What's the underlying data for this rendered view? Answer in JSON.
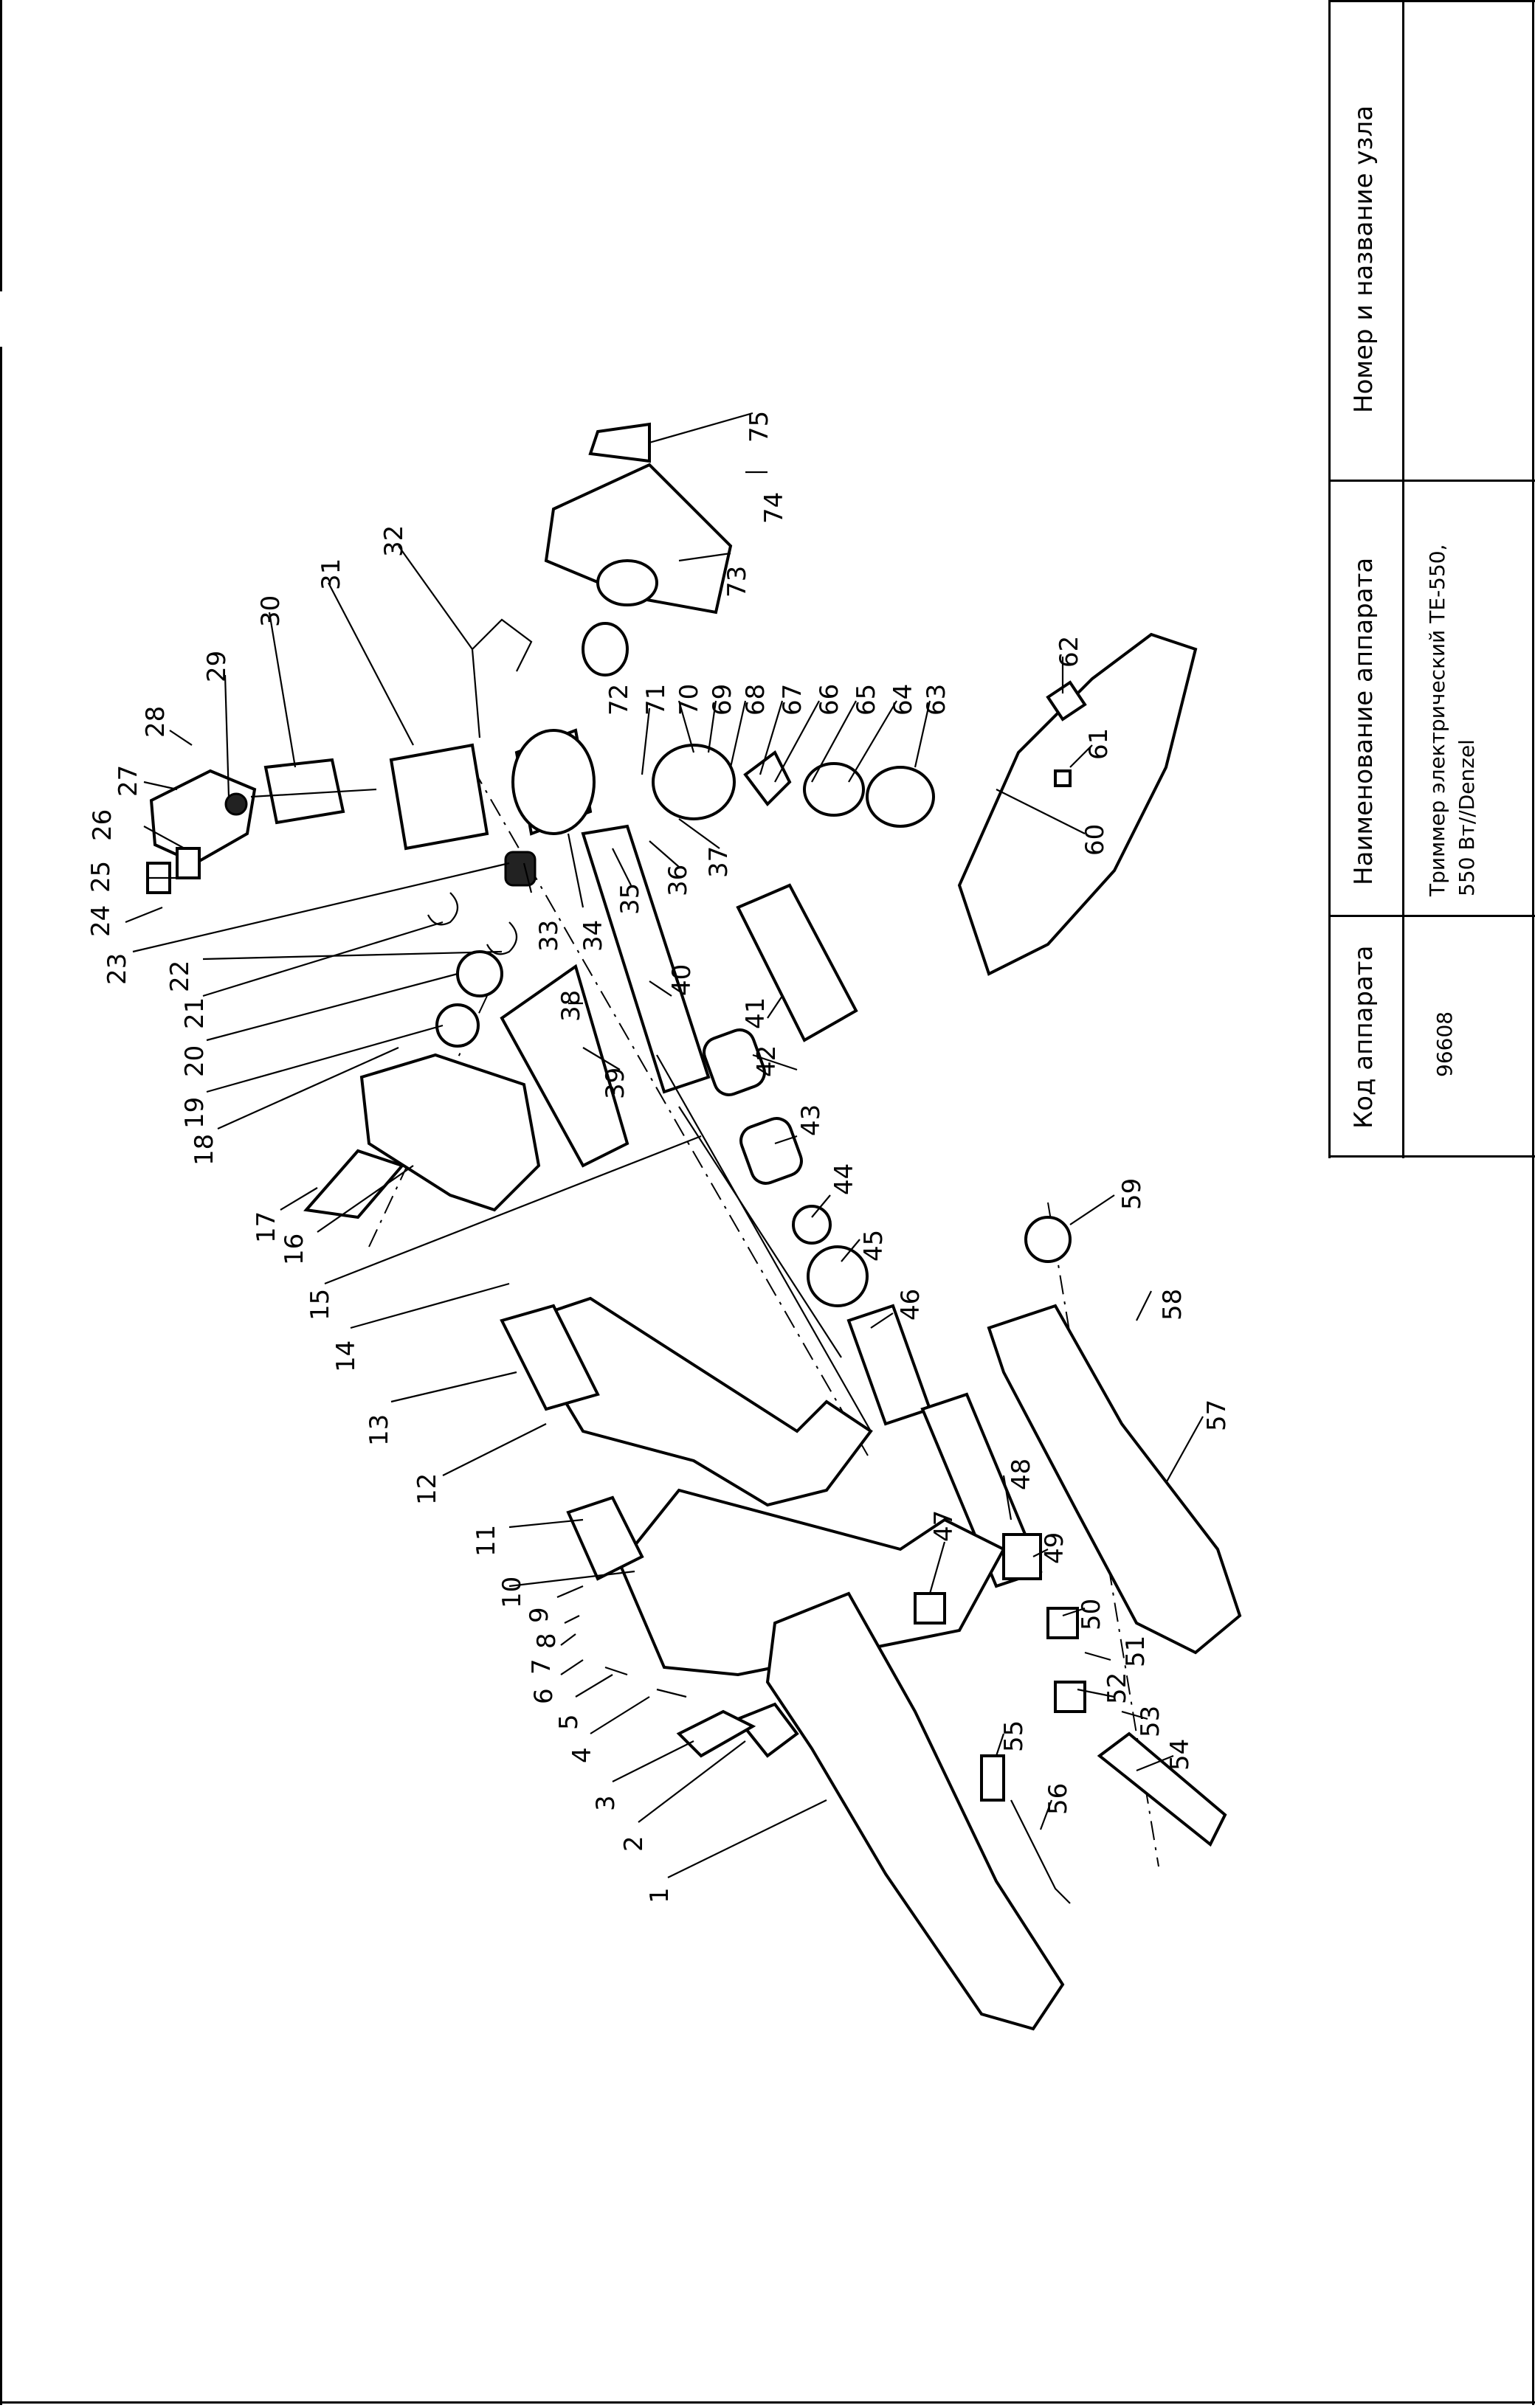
{
  "title_block": {
    "col1_header": "Код аппарата",
    "col1_value": "96608",
    "col2_header": "Наименование аппарата",
    "col2_value_line1": "Триммер электрический TE-550,",
    "col2_value_line2": "550 Вт//Denzel",
    "col3_header": "Номер и название узла",
    "col3_value": ""
  },
  "diagram": {
    "callouts": [
      "1",
      "2",
      "3",
      "4",
      "5",
      "6",
      "7",
      "8",
      "9",
      "10",
      "11",
      "12",
      "13",
      "14",
      "15",
      "16",
      "17",
      "18",
      "19",
      "20",
      "21",
      "22",
      "23",
      "24",
      "25",
      "26",
      "27",
      "28",
      "29",
      "30",
      "31",
      "32",
      "33",
      "34",
      "35",
      "36",
      "37",
      "38",
      "39",
      "40",
      "41",
      "42",
      "43",
      "44",
      "45",
      "46",
      "47",
      "48",
      "49",
      "50",
      "51",
      "52",
      "53",
      "54",
      "55",
      "56",
      "57",
      "58",
      "59",
      "60",
      "61",
      "62",
      "63",
      "64",
      "65",
      "66",
      "67",
      "68",
      "69",
      "70",
      "71",
      "72",
      "73",
      "74",
      "75"
    ]
  }
}
